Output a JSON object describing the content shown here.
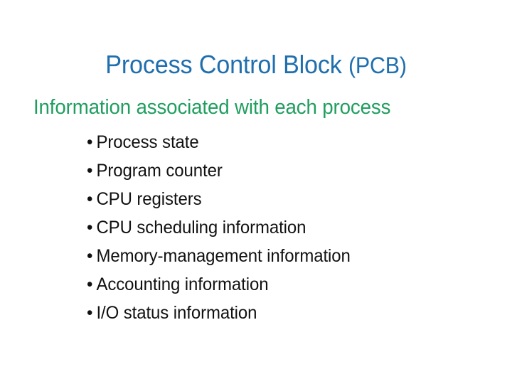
{
  "slide": {
    "background_color": "#ffffff",
    "title": {
      "main_text": "Process Control Block ",
      "paren_text": "(PCB)",
      "color": "#1F6FAF"
    },
    "subtitle": {
      "text": "Information associated with each process",
      "color": "#1F9E5E"
    },
    "bullets": {
      "marker": "•",
      "color": "#111111",
      "items": [
        {
          "label": "Process state"
        },
        {
          "label": "Program counter"
        },
        {
          "label": "CPU registers"
        },
        {
          "label": "CPU scheduling information"
        },
        {
          "label": "Memory-management information"
        },
        {
          "label": "Accounting information"
        },
        {
          "label": "I/O status information"
        }
      ]
    }
  }
}
